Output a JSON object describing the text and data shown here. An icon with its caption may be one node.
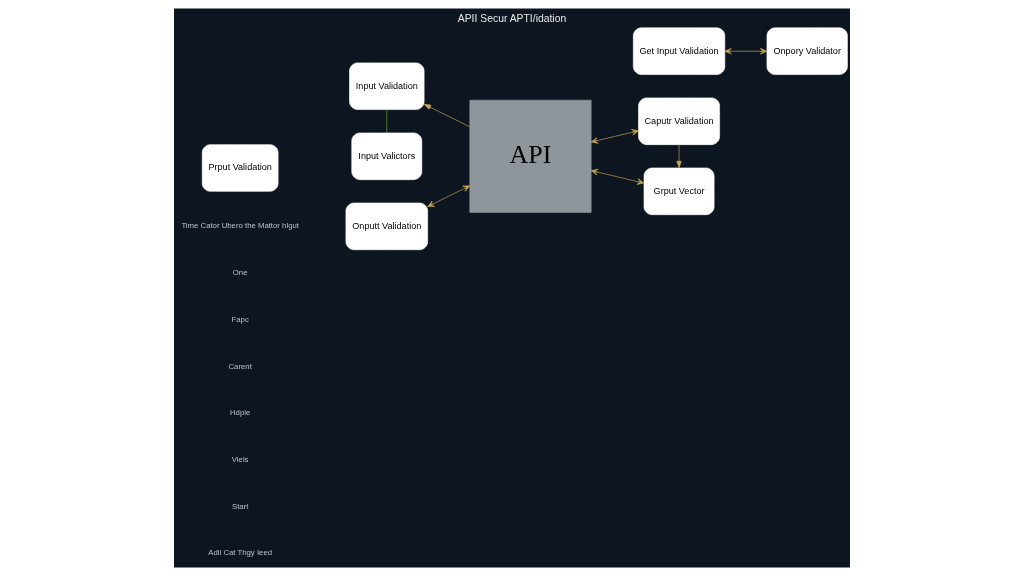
{
  "diagram": {
    "title": "APII Secur APTI/idation",
    "nodes": [
      {
        "text": [
          "Onputt Validation"
        ]
      },
      {
        "text": [
          "Input Validation"
        ]
      },
      {
        "text": [
          "Prput Validation"
        ]
      },
      {
        "text": [
          "Input Valictors"
        ]
      },
      {
        "text": [
          "API"
        ]
      },
      {
        "text": [
          "Caputr Validation"
        ]
      },
      {
        "text": [
          "Grput Vector"
        ]
      },
      {
        "text": [
          "Get Input Validation"
        ]
      },
      {
        "text": [
          "Onpory Validator"
        ]
      }
    ],
    "edges": [
      {
        "from": 0,
        "to": 4,
        "arrow": "both"
      },
      {
        "from": 4,
        "to": 1,
        "arrow": "to"
      },
      {
        "from": 1,
        "to": 3,
        "arrow": "none",
        "color": "#6fae3c"
      },
      {
        "from": 4,
        "to": 5,
        "arrow": "both"
      },
      {
        "from": 4,
        "to": 6,
        "arrow": "both"
      },
      {
        "from": 5,
        "to": 6,
        "arrow": "to"
      },
      {
        "from": 7,
        "to": 8,
        "arrow": "both"
      }
    ],
    "labels": [
      "Time Cator Ubero the Mattor hlgut",
      "One",
      "Fapc",
      "Carent",
      "Hdple",
      "Viels",
      "Start",
      "Adli Cat Thgy Ieed"
    ]
  }
}
